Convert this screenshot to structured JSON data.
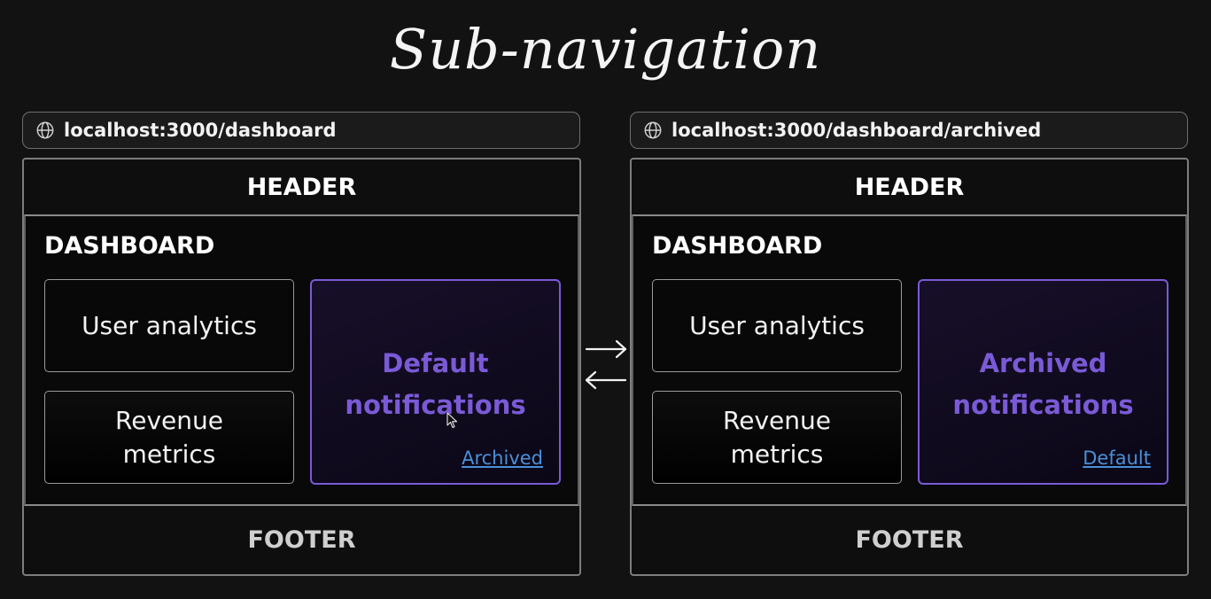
{
  "title": "Sub-navigation",
  "panels": [
    {
      "url": "localhost:3000/dashboard",
      "header": "HEADER",
      "dashboard_title": "DASHBOARD",
      "cards": [
        "User analytics",
        "Revenue metrics"
      ],
      "notifications": {
        "title": "Default notifications",
        "link": "Archived"
      },
      "footer": "FOOTER"
    },
    {
      "url": "localhost:3000/dashboard/archived",
      "header": "HEADER",
      "dashboard_title": "DASHBOARD",
      "cards": [
        "User analytics",
        "Revenue metrics"
      ],
      "notifications": {
        "title": "Archived notifications",
        "link": "Default"
      },
      "footer": "FOOTER"
    }
  ],
  "colors": {
    "background": "#121212",
    "accent_purple": "#7a5ad6",
    "link_blue": "#4a8fd8"
  },
  "icons": {
    "url": "globe-icon",
    "navigation": [
      "arrow-right-icon",
      "arrow-left-icon"
    ],
    "pointer": "cursor-icon"
  }
}
